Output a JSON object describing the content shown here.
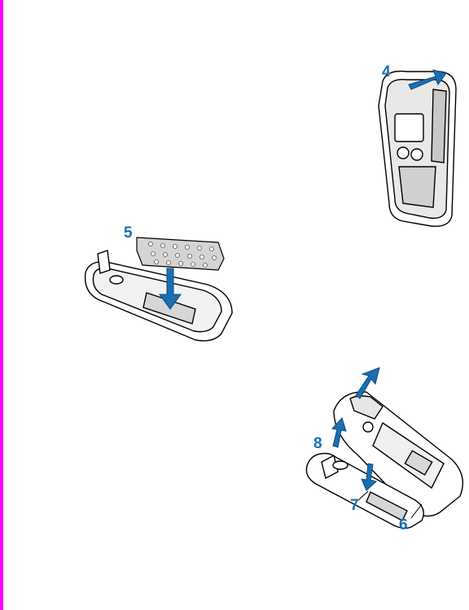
{
  "colors": {
    "accent_blue": "#1a6fb3",
    "left_bar": "#ff00ff",
    "line": "#000000",
    "shade": "#b8b8b8"
  },
  "steps": {
    "step4": "4",
    "step5": "5",
    "step6": "6",
    "step7": "7",
    "step8": "8"
  },
  "illustrations": {
    "phone_top": "phone-front-cover-illustration",
    "keymat": "keymat-insertion-illustration",
    "phone_bottom": "phone-back-assembly-illustration"
  }
}
